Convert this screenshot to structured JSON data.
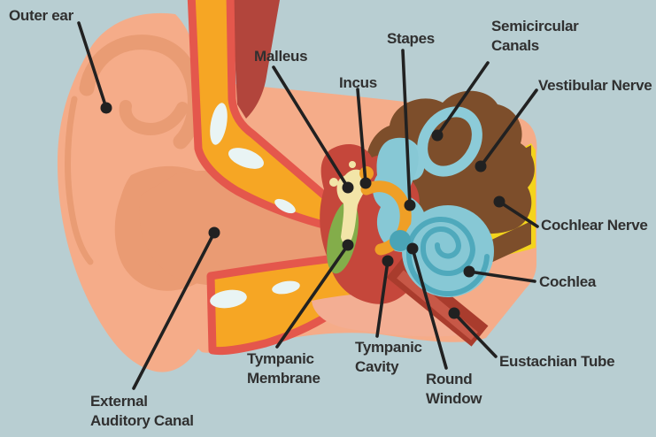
{
  "diagram": {
    "subject": "Human ear anatomy cross-section",
    "palette": {
      "background": "#b8ced2",
      "skin_light": "#f5ac89",
      "skin_dark": "#ea9b73",
      "canal_orange": "#f6a624",
      "canal_red_rim": "#e4574c",
      "maroon": "#b2453c",
      "highlight_white": "#e9f4f4",
      "cavity_red": "#c5473b",
      "eustachian_dark_red": "#a93c2d",
      "eustachian_light_red": "#c75847",
      "salmon": "#f3ae93",
      "membrane_green": "#83ad4a",
      "bone_cream": "#f2e5a8",
      "ossicle_orange": "#ef9f26",
      "temporal_brown": "#7d4e2b",
      "labyrinth_blue": "#87c8d5",
      "spiral_teal": "#4fa9bc",
      "round_window_teal": "#4aa4b6",
      "nerve_yellow": "#f4d41d",
      "label_text": "#303030",
      "leader_line": "#212121"
    }
  },
  "labels": [
    {
      "id": "outer-ear",
      "text": "Outer ear"
    },
    {
      "id": "malleus",
      "text": "Malleus"
    },
    {
      "id": "incus",
      "text": "Incus"
    },
    {
      "id": "stapes",
      "text": "Stapes"
    },
    {
      "id": "semicircular-canals",
      "text": "Semicircular\nCanals"
    },
    {
      "id": "vestibular-nerve",
      "text": "Vestibular Nerve"
    },
    {
      "id": "cochlear-nerve",
      "text": "Cochlear Nerve"
    },
    {
      "id": "cochlea",
      "text": "Cochlea"
    },
    {
      "id": "eustachian-tube",
      "text": "Eustachian Tube"
    },
    {
      "id": "round-window",
      "text": "Round\nWindow"
    },
    {
      "id": "tympanic-cavity",
      "text": "Tympanic\nCavity"
    },
    {
      "id": "tympanic-membrane",
      "text": "Tympanic\nMembrane"
    },
    {
      "id": "external-auditory-canal",
      "text": "External\nAuditory Canal"
    }
  ]
}
